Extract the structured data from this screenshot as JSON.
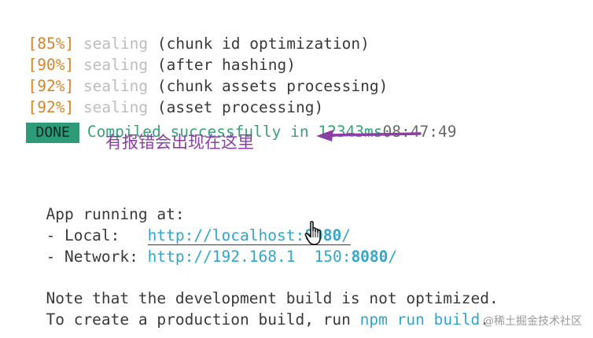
{
  "log": [
    {
      "pct": "[85%]",
      "stage": "sealing",
      "detail": "(chunk id optimization)"
    },
    {
      "pct": "[90%]",
      "stage": "sealing",
      "detail": "(after hashing)"
    },
    {
      "pct": "[92%]",
      "stage": "sealing",
      "detail": "(chunk assets processing)"
    },
    {
      "pct": "[92%]",
      "stage": "sealing",
      "detail": "(asset processing)"
    }
  ],
  "done": {
    "badge": "DONE",
    "message": "Compiled successfully in 12343ms",
    "time": "08:47:49"
  },
  "annotation": {
    "text": "有报错会出现在这里",
    "color": "#8b3fa6"
  },
  "server": {
    "heading": "App running at:",
    "local_label": "- Local:   ",
    "local_url_prefix": "http://localhost:",
    "local_port": "8080",
    "local_url_suffix": "/",
    "network_label": "- Network: ",
    "network_url_prefix": "http://192.168.1",
    "network_url_middle": "150:",
    "network_port": "8080",
    "network_url_suffix": "/"
  },
  "note": {
    "line1": "Note that the development build is not optimized.",
    "line2_prefix": "To create a production build, run ",
    "line2_cmd": "npm run build",
    "line2_suffix": "."
  },
  "watermark": "@稀土掘金技术社区",
  "icons": {
    "arrow": "left-arrow-icon",
    "cursor": "hand-pointer-icon"
  }
}
